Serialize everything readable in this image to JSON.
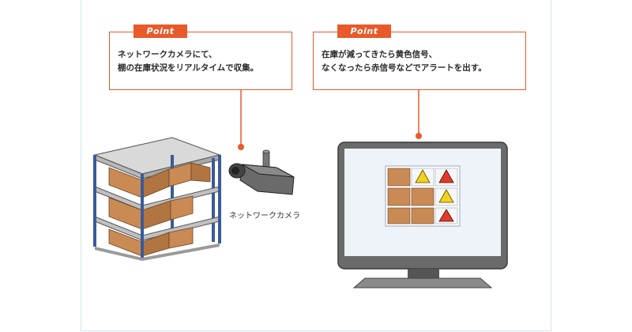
{
  "callout_left": {
    "tag": "Point",
    "text": "ネットワークカメラにて、\n棚の在庫状況をリアルタイムで収集。"
  },
  "callout_right": {
    "tag": "Point",
    "text": "在庫が減ってきたら黄色信号、\nなくなったら赤信号などでアラートを出す。"
  },
  "camera_label": "ネットワークカメラ",
  "colors": {
    "accent": "#e85a2a",
    "shelf_frame": "#3a5b9a",
    "box": "#c98a54",
    "monitor": "#555555",
    "screen": "#eef3f9",
    "warning_yellow": "#f2d21a",
    "alert_red": "#e23a2a"
  },
  "monitor_grid": [
    [
      "box",
      "warning",
      "alert"
    ],
    [
      "box",
      "box",
      "warning"
    ],
    [
      "box",
      "box",
      "alert"
    ]
  ]
}
